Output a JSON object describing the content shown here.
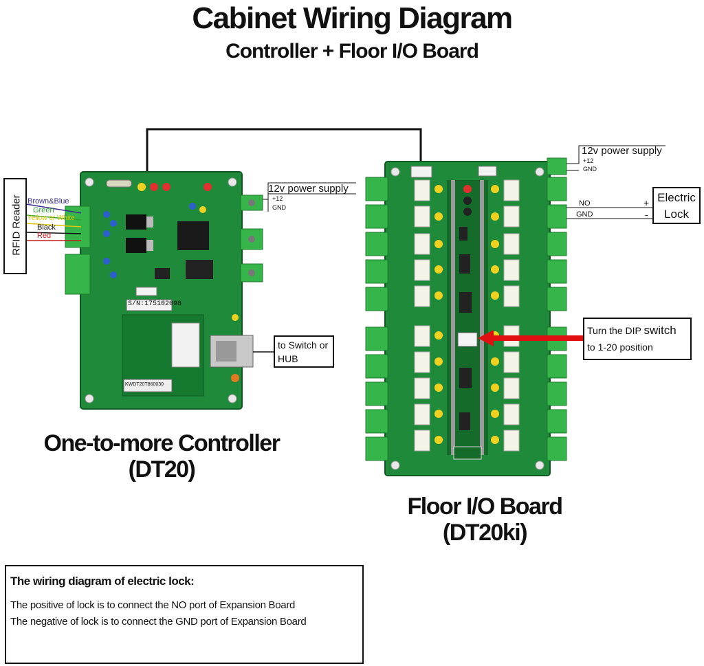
{
  "header": {
    "title": "Cabinet Wiring Diagram",
    "subtitle": "Controller + Floor I/O Board"
  },
  "controller": {
    "name": "One-to-more Controller",
    "model": "(DT20)",
    "serial": "S/N:175102098",
    "barcode_text": "KWDT20T860030",
    "power_supply": {
      "label": "12v power supply",
      "plus": "+12",
      "gnd": "GND"
    },
    "network_label_line1": "to Switch or",
    "network_label_line2": "HUB"
  },
  "rfid": {
    "label": "RFID Reader",
    "wires": [
      {
        "label": "Brown&Blue",
        "color": "#3a2d8c"
      },
      {
        "label": "Green",
        "color": "#2e9e2e"
      },
      {
        "label": "Yellow or White",
        "color": "#e0c400"
      },
      {
        "label": "Black",
        "color": "#111111"
      },
      {
        "label": "Red",
        "color": "#c21d1d"
      }
    ]
  },
  "io_board": {
    "name": "Floor I/O Board",
    "model": "(DT20ki)",
    "power_supply": {
      "label": "12v power supply",
      "plus": "+12",
      "gnd": "GND"
    },
    "lock": {
      "line1": "Electric",
      "line2": "Lock",
      "no": "NO",
      "gnd": "GND",
      "plus": "+",
      "minus": "-"
    },
    "dip_note": {
      "line1_a": "Turn the DIP",
      "line1_b": "switch",
      "line2": "to 1-20 position"
    }
  },
  "note": {
    "heading": "The wiring diagram of electric lock:",
    "line1": "The positive of lock is to connect the NO port of Expansion Board",
    "line2": "The negative of lock is to connect the GND port of Expansion Board"
  },
  "colors": {
    "pcb": "#1f8a3a",
    "pcb_dark": "#146b2a",
    "terminal": "#36b54a",
    "arrow": "#e01010"
  }
}
